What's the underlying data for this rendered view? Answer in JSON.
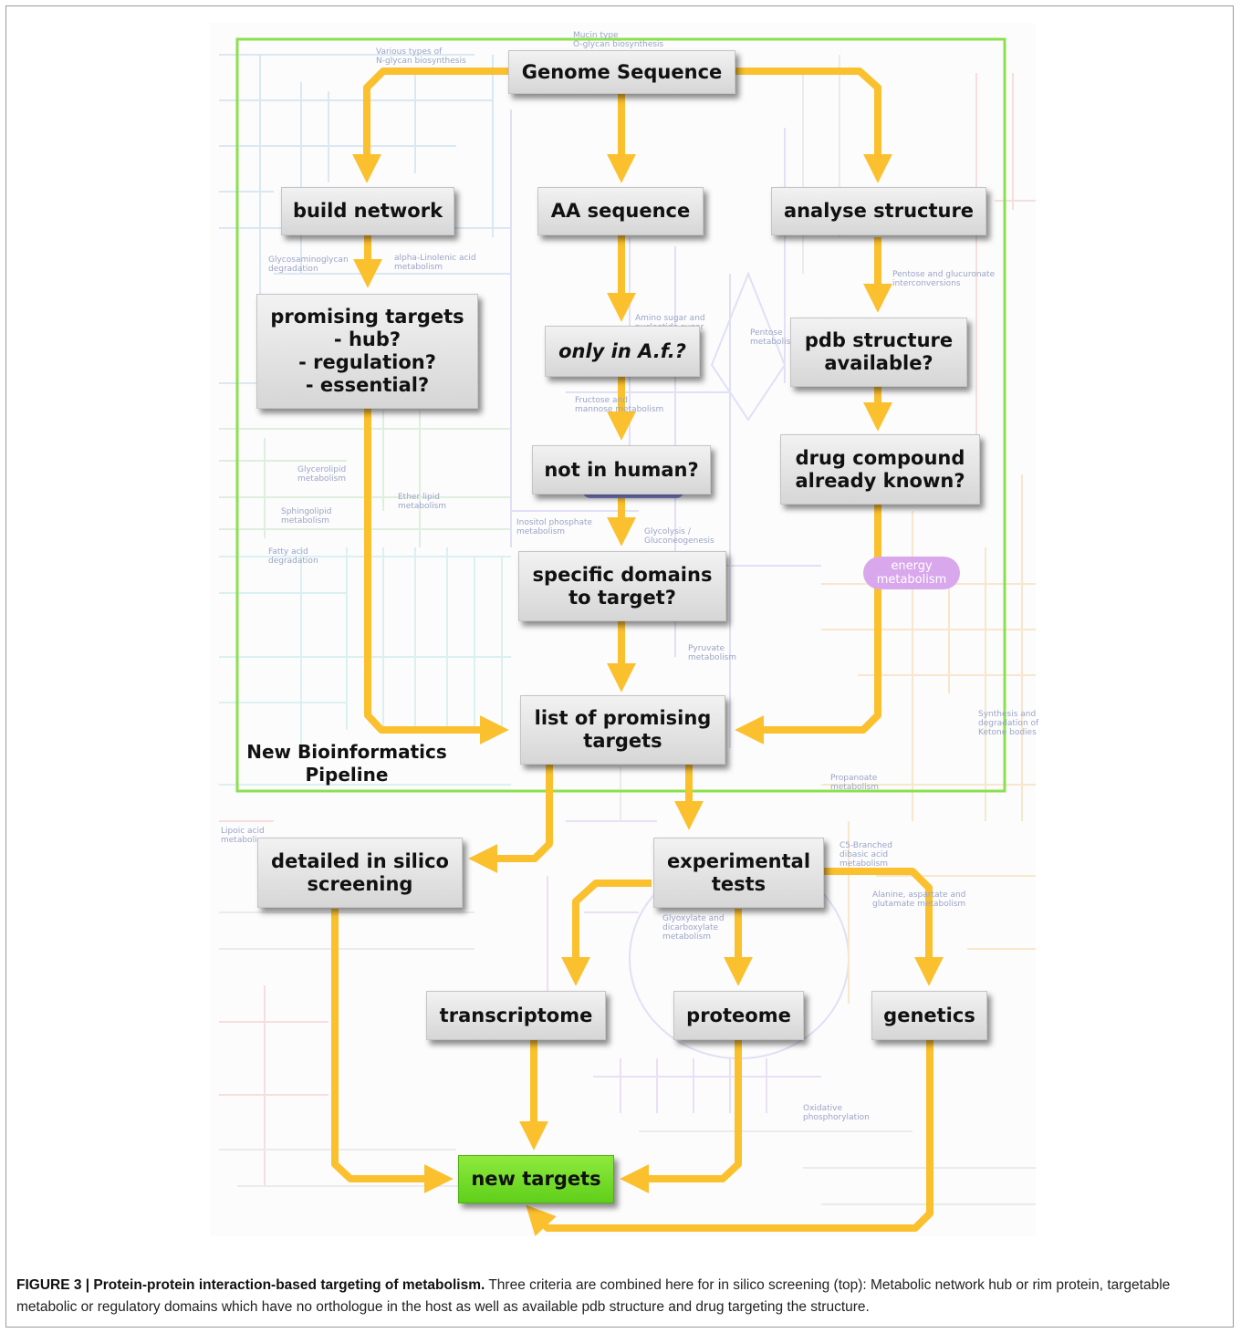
{
  "figure": {
    "caption_label": "FIGURE 3 | Protein-protein interaction-based targeting of metabolism.",
    "caption_text": " Three criteria are combined here for in silico screening (top): Metabolic network hub or rim protein, targetable metabolic or regulatory domains which have no orthologue in the host as well as available pdb structure and drug targeting the structure.",
    "pipeline_label": "New Bioinformatics\nPipeline"
  },
  "colors": {
    "arrow": "#fbc02d",
    "pipeline_border": "#8be04e",
    "node_fill": "#e2e2e2",
    "result_fill": "#6ddc24",
    "pill_purple": "#d9a7ec"
  },
  "nodes": [
    {
      "id": "genome-sequence",
      "label": "Genome Sequence"
    },
    {
      "id": "build-network",
      "label": "build network"
    },
    {
      "id": "aa-sequence",
      "label": "AA sequence"
    },
    {
      "id": "analyse-structure",
      "label": "analyse structure"
    },
    {
      "id": "promising-targets",
      "label": "promising targets\n- hub?\n- regulation?\n- essential?"
    },
    {
      "id": "only-in-af",
      "label": "only in A.f.?"
    },
    {
      "id": "pdb-structure",
      "label": "pdb structure\navailable?"
    },
    {
      "id": "not-in-human",
      "label": "not in human?"
    },
    {
      "id": "drug-compound",
      "label": "drug compound\nalready known?"
    },
    {
      "id": "specific-domains",
      "label": "specific domains\nto target?"
    },
    {
      "id": "list-promising",
      "label": "list of promising\ntargets"
    },
    {
      "id": "detailed-screening",
      "label": "detailed in silico\nscreening"
    },
    {
      "id": "experimental-tests",
      "label": "experimental\ntests"
    },
    {
      "id": "transcriptome",
      "label": "transcriptome"
    },
    {
      "id": "proteome",
      "label": "proteome"
    },
    {
      "id": "genetics",
      "label": "genetics"
    },
    {
      "id": "new-targets",
      "label": "new targets"
    }
  ],
  "background_labels": [
    {
      "text": "Various types of\nN-glycan biosynthesis"
    },
    {
      "text": "Mucin type\nO-glycan biosynthesis"
    },
    {
      "text": "Glycosaminoglycan\ndegradation"
    },
    {
      "text": "alpha-Linolenic acid\nmetabolism"
    },
    {
      "text": "Amino sugar and\nnucleotide sugar"
    },
    {
      "text": "Pentose and glucuronate\ninterconversions"
    },
    {
      "text": "Fructose and\nmannose metabolism"
    },
    {
      "text": "Glycerolipid\nmetabolism"
    },
    {
      "text": "Ether lipid\nmetabolism"
    },
    {
      "text": "Sphingolipid\nmetabolism"
    },
    {
      "text": "Inositol phosphate\nmetabolism"
    },
    {
      "text": "Glycolysis /\nGluconeogenesis"
    },
    {
      "text": "Fatty acid\ndegradation"
    },
    {
      "text": "Pyruvate\nmetabolism"
    },
    {
      "text": "Synthesis and\ndegradation of\nKetone bodies"
    },
    {
      "text": "Propanoate\nmetabolism"
    },
    {
      "text": "C5-Branched\ndibasic acid\nmetabolism"
    },
    {
      "text": "Alanine, aspartate and\nglutamate metabolism"
    },
    {
      "text": "Glyoxylate and\ndicarboxylate\nmetabolism"
    },
    {
      "text": "Oxidative\nphosphorylation"
    },
    {
      "text": "Lipoic acid\nmetabolism"
    },
    {
      "text": "Pentose\nmetabolism"
    }
  ],
  "energy_pill": "energy\nmetabolism"
}
